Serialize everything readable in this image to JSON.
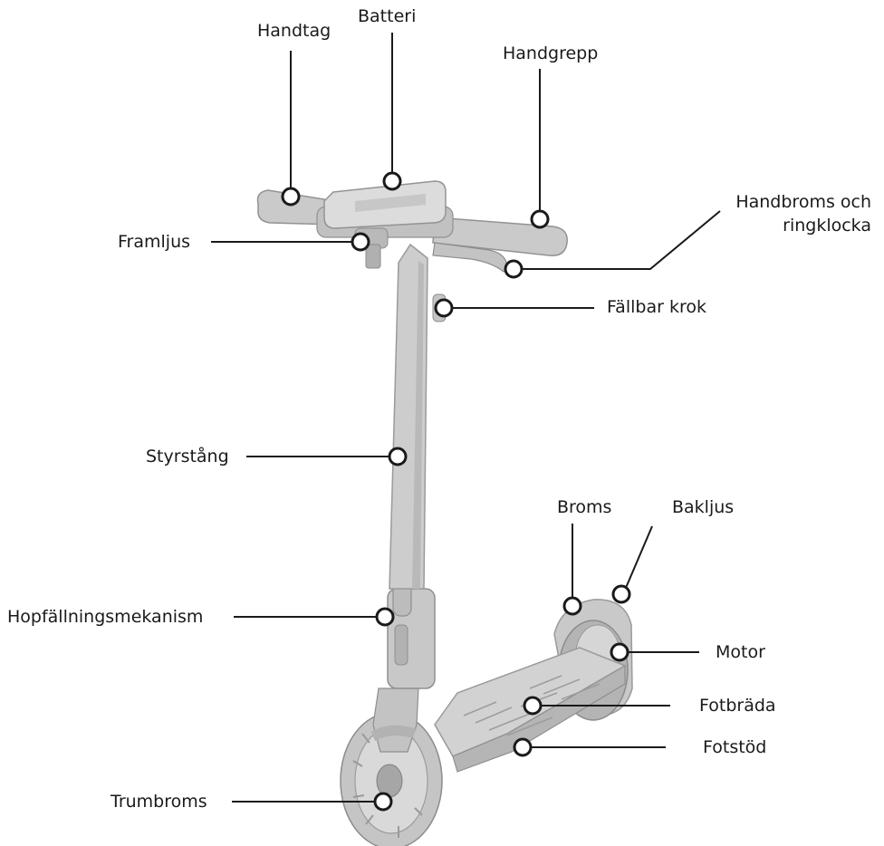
{
  "labels": {
    "handtag": "Handtag",
    "batteri": "Batteri",
    "handgrepp": "Handgrepp",
    "handbroms": "Handbroms och",
    "handbroms_2": "ringklocka",
    "framljus": "Framljus",
    "fallbar_krok": "Fällbar krok",
    "styrstang": "Styrstång",
    "broms": "Broms",
    "bakljus": "Bakljus",
    "hopfallning": "Hopfällningsmekanism",
    "motor": "Motor",
    "fotbrada": "Fotbräda",
    "fotstod": "Fotstöd",
    "trumbroms": "Trumbroms"
  },
  "colors": {
    "scooter_body": "#cfcfcf",
    "scooter_shade": "#a9a9a9",
    "scooter_dark": "#8a8a8a",
    "line": "#1a1a1a"
  }
}
